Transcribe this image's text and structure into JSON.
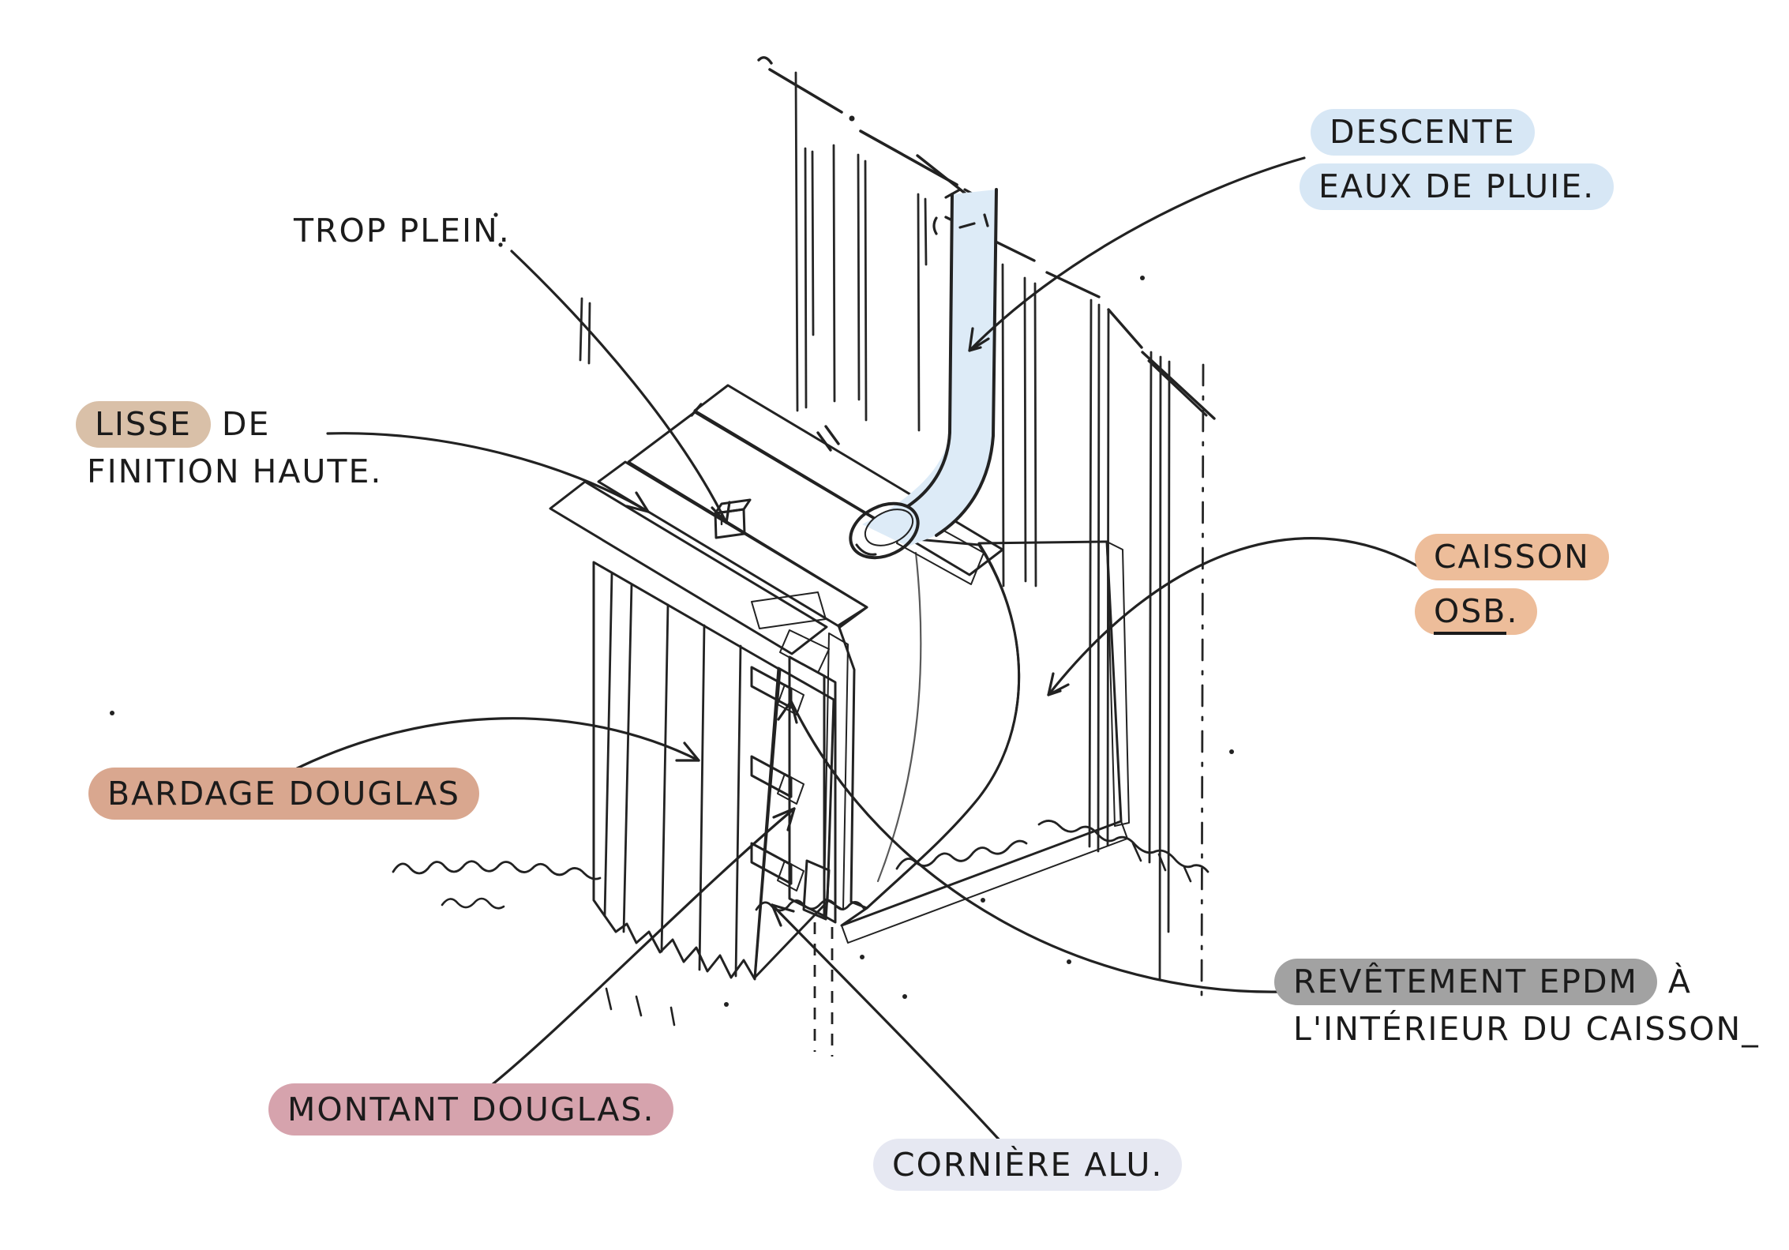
{
  "diagram": {
    "type": "hand-drawn architectural detail sketch",
    "subject": "rainwater collection box (caisson) on timber facade",
    "parts": [
      "descente eaux de pluie",
      "trop plein",
      "lisse de finition haute",
      "bardage douglas",
      "montant douglas",
      "corniere alu",
      "caisson osb",
      "revetement epdm interieur du caisson"
    ]
  },
  "labels": {
    "trop_plein": {
      "text": "TROP PLEIN."
    },
    "descente": {
      "line1": "DESCENTE",
      "line2": "EAUX DE PLUIE.",
      "highlight": "#d7e7f5"
    },
    "lisse": {
      "line1_hl": "LISSE",
      "line1_rest": "DE",
      "line2": "FINITION HAUTE.",
      "highlight": "#d9c0a8"
    },
    "bardage": {
      "text": "BARDAGE DOUGLAS",
      "highlight": "#d9a78f"
    },
    "montant": {
      "text": "MONTANT DOUGLAS.",
      "highlight": "#d6a3ad"
    },
    "corniere": {
      "text": "CORNIÈRE ALU.",
      "highlight": "#e6e8f2"
    },
    "caisson": {
      "line1": "CAISSON",
      "line2_word": "OSB",
      "line2_suffix": ".",
      "highlight": "#edbd9a"
    },
    "revetement": {
      "line1_hl": "REVÊTEMENT EPDM",
      "line1_rest": "À",
      "line2": "L'INTÉRIEUR DU CAISSON_",
      "highlight": "#a2a2a2"
    }
  },
  "drawing": {
    "colors": {
      "ink": "#222222",
      "paper": "#ffffff",
      "rail_wood": "#d9c0ad",
      "bardage_salmon": "#dfa78a",
      "osb_orange": "#ecab7d",
      "osb_panel": "#eeb38b",
      "montant_pink": "#cf97a3",
      "montant_pink_dark": "#bf8793",
      "epdm_gray": "#8e8e8e",
      "pipe_blue": "#ddebf7",
      "pipe_blue_inner": "#cfe3f3",
      "corniere_white": "#eceef8",
      "batten_white": "#ffffff"
    }
  }
}
